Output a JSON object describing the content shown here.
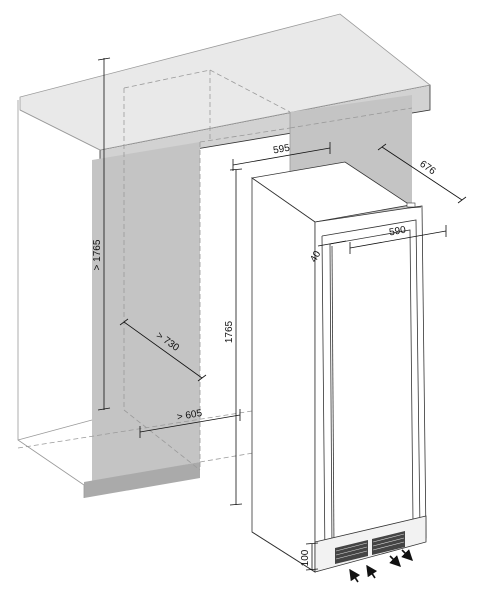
{
  "colors": {
    "worktop": "#d2d2d2",
    "cabinet_side": "#c4c4c4",
    "plinth": "#aaaaaa",
    "outline": "#333333",
    "ghost": "#9a9a9a",
    "vent": "#444444",
    "dimension": "#111111"
  },
  "dimensions": {
    "niche_height": "> 1765",
    "niche_depth": "> 730",
    "niche_width": "> 605",
    "appliance_height": "1765",
    "appliance_width": "595",
    "appliance_depth": "676",
    "door_width": "590",
    "door_offset": "40",
    "plinth_height": "100"
  },
  "icons": {
    "airflow_in": "arrow-up-right-icon",
    "airflow_out": "arrow-down-right-icon"
  }
}
